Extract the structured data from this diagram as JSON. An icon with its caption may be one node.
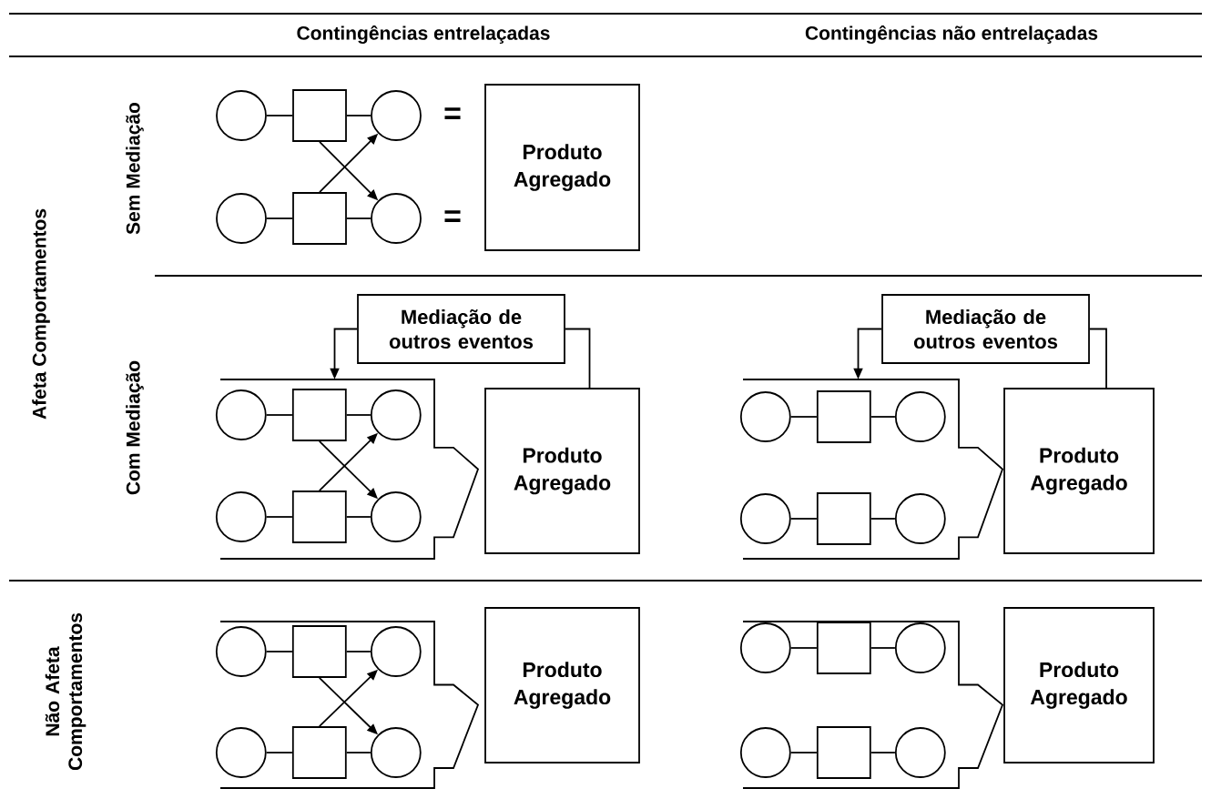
{
  "diagram": {
    "nodes": [
      {
        "text": [],
        "shape": "circle"
      },
      {
        "text": [],
        "shape": "box"
      },
      {
        "text": [],
        "shape": "circle"
      },
      {
        "text": [],
        "shape": "circle"
      },
      {
        "text": [],
        "shape": "box"
      },
      {
        "text": [],
        "shape": "circle"
      },
      {
        "text": [
          "Produto Agregado"
        ]
      },
      {
        "text": [
          "Mediação de outros eventos"
        ]
      },
      {
        "text": [],
        "shape": "arrow"
      },
      {
        "text": [],
        "shape": "circle",
        "in": 8
      },
      {
        "text": [],
        "shape": "box",
        "in": 8
      },
      {
        "text": [],
        "shape": "circle",
        "in": 8
      },
      {
        "text": [],
        "shape": "circle",
        "in": 8
      },
      {
        "text": [],
        "shape": "box",
        "in": 8
      },
      {
        "text": [],
        "shape": "circle",
        "in": 8
      },
      {
        "text": [
          "Produto Agregado"
        ]
      },
      {
        "text": [
          "Mediação de outros eventos"
        ]
      },
      {
        "text": [],
        "shape": "arrow"
      },
      {
        "text": [],
        "shape": "circle",
        "in": 17
      },
      {
        "text": [],
        "shape": "box",
        "in": 17
      },
      {
        "text": [],
        "shape": "circle",
        "in": 17
      },
      {
        "text": [],
        "shape": "circle",
        "in": 17
      },
      {
        "text": [],
        "shape": "box",
        "in": 17
      },
      {
        "text": [],
        "shape": "circle",
        "in": 17
      },
      {
        "text": [
          "Produto Agregado"
        ]
      },
      {
        "text": [],
        "shape": "arrow"
      },
      {
        "text": [],
        "shape": "circle",
        "in": 25
      },
      {
        "text": [],
        "shape": "box",
        "in": 25
      },
      {
        "text": [],
        "shape": "circle",
        "in": 25
      },
      {
        "text": [],
        "shape": "circle",
        "in": 25
      },
      {
        "text": [],
        "shape": "box",
        "in": 25
      },
      {
        "text": [],
        "shape": "circle",
        "in": 25
      },
      {
        "text": [
          "Produto Agregado"
        ]
      },
      {
        "text": [],
        "shape": "arrow"
      },
      {
        "text": [],
        "shape": "circle",
        "in": 33
      },
      {
        "text": [],
        "shape": "box",
        "in": 33
      },
      {
        "text": [],
        "shape": "circle",
        "in": 33
      },
      {
        "text": [],
        "shape": "circle",
        "in": 33
      },
      {
        "text": [],
        "shape": "box",
        "in": 33
      },
      {
        "text": [],
        "shape": "circle",
        "in": 33
      },
      {
        "text": [
          "Produto Agregado"
        ]
      }
    ],
    "edges": [
      {
        "from": 0,
        "to": 1,
        "arrow": "none"
      },
      {
        "from": 1,
        "to": 2,
        "arrow": "none"
      },
      {
        "from": 3,
        "to": 4,
        "arrow": "none"
      },
      {
        "from": 4,
        "to": 5,
        "arrow": "none"
      },
      {
        "from": 1,
        "to": 5,
        "arrow": "to"
      },
      {
        "from": 4,
        "to": 2,
        "arrow": "to"
      },
      {
        "from": 7,
        "to": 8,
        "arrow": "to"
      },
      {
        "from": 15,
        "to": 7,
        "arrow": "none"
      },
      {
        "from": 9,
        "to": 10,
        "arrow": "none"
      },
      {
        "from": 10,
        "to": 11,
        "arrow": "none"
      },
      {
        "from": 12,
        "to": 13,
        "arrow": "none"
      },
      {
        "from": 13,
        "to": 14,
        "arrow": "none"
      },
      {
        "from": 10,
        "to": 14,
        "arrow": "to"
      },
      {
        "from": 13,
        "to": 11,
        "arrow": "to"
      },
      {
        "from": 16,
        "to": 17,
        "arrow": "to"
      },
      {
        "from": 24,
        "to": 16,
        "arrow": "none"
      },
      {
        "from": 18,
        "to": 19,
        "arrow": "none"
      },
      {
        "from": 19,
        "to": 20,
        "arrow": "none"
      },
      {
        "from": 21,
        "to": 22,
        "arrow": "none"
      },
      {
        "from": 22,
        "to": 23,
        "arrow": "none"
      },
      {
        "from": 26,
        "to": 27,
        "arrow": "none"
      },
      {
        "from": 27,
        "to": 28,
        "arrow": "none"
      },
      {
        "from": 29,
        "to": 30,
        "arrow": "none"
      },
      {
        "from": 30,
        "to": 31,
        "arrow": "none"
      },
      {
        "from": 27,
        "to": 31,
        "arrow": "to"
      },
      {
        "from": 30,
        "to": 28,
        "arrow": "to"
      },
      {
        "from": 34,
        "to": 35,
        "arrow": "none"
      },
      {
        "from": 35,
        "to": 36,
        "arrow": "none"
      },
      {
        "from": 37,
        "to": 38,
        "arrow": "none"
      },
      {
        "from": 38,
        "to": 39,
        "arrow": "none"
      }
    ],
    "labels": [
      "Contingências entrelaçadas",
      "Contingências não entrelaçadas",
      "Afeta Comportamentos",
      "Sem Mediação",
      "=",
      "=",
      "Com Mediação",
      "Não Afeta Comportamentos"
    ]
  }
}
